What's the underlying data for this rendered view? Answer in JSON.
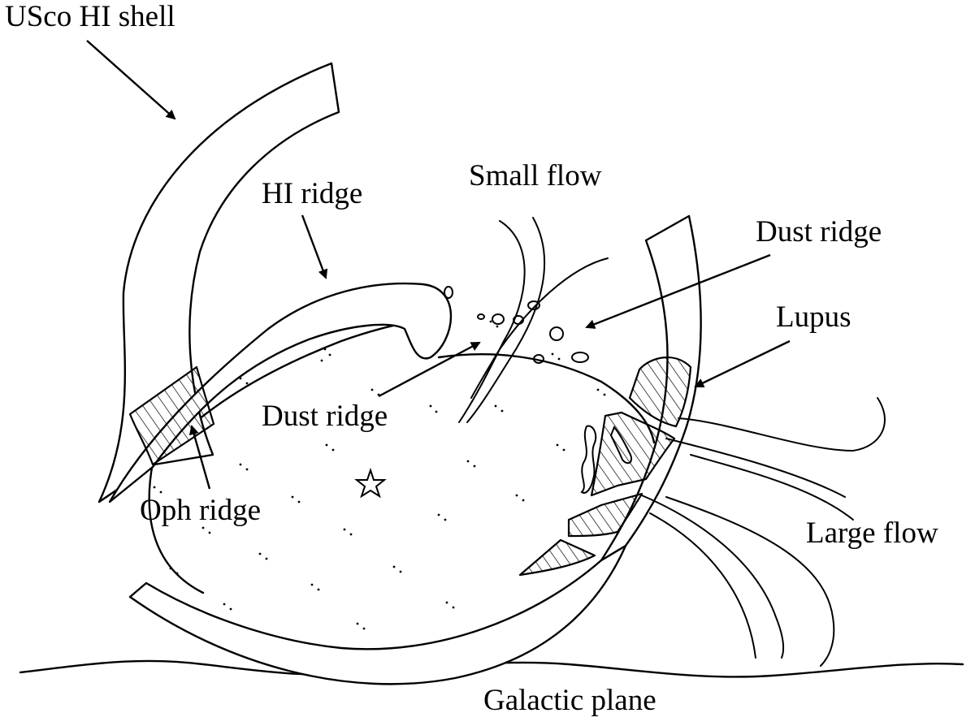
{
  "diagram": {
    "labels": {
      "usco_shell": "USco HI shell",
      "hi_ridge": "HI ridge",
      "small_flow": "Small flow",
      "dust_ridge_right": "Dust ridge",
      "lupus": "Lupus",
      "dust_ridge_center": "Dust ridge",
      "oph_ridge": "Oph ridge",
      "large_flow": "Large flow",
      "galactic_plane": "Galactic plane"
    },
    "icons": {
      "star": "star-icon"
    },
    "colors": {
      "ink": "#000000",
      "paper": "#ffffff"
    }
  }
}
